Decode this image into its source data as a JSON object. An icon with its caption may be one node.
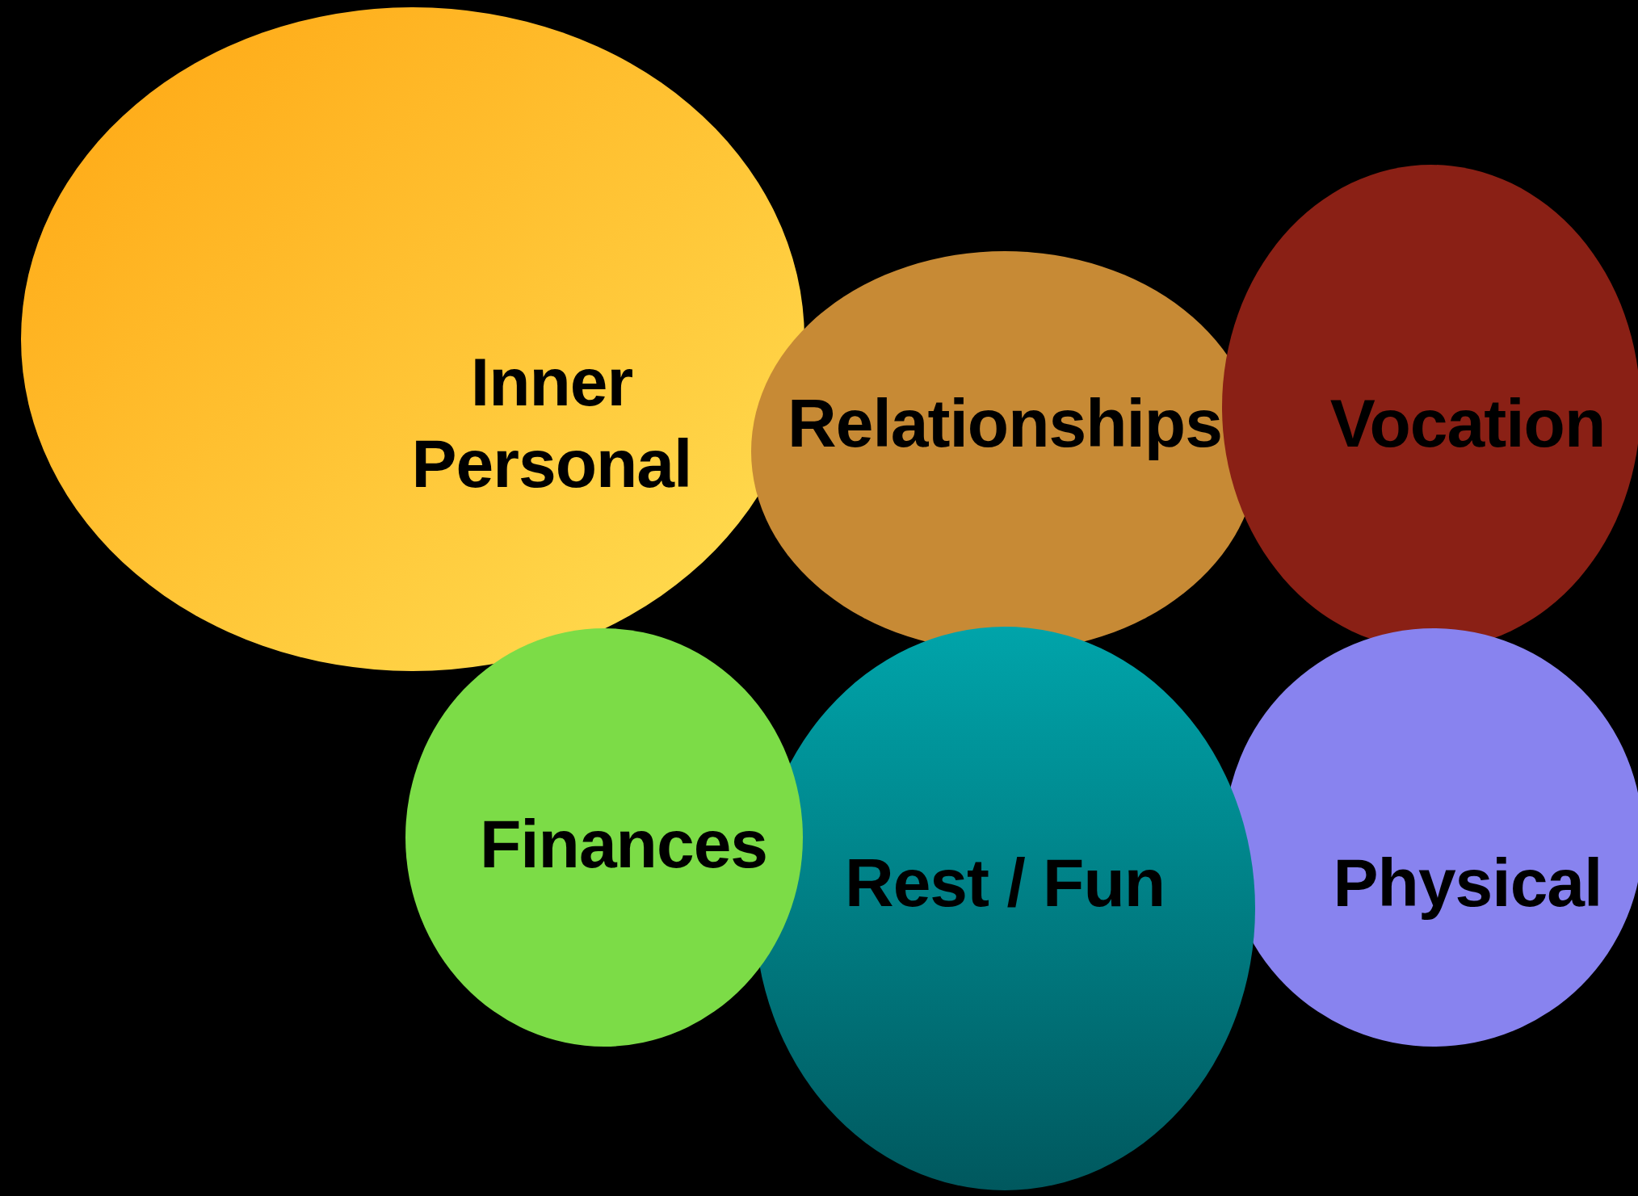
{
  "diagram": {
    "nodes": [
      {
        "text": [
          "Inner Personal"
        ]
      },
      {
        "text": [
          "Relationships"
        ]
      },
      {
        "text": [
          "Vocation"
        ]
      },
      {
        "text": [
          "Finances"
        ]
      },
      {
        "text": [
          "Rest / Fun"
        ]
      },
      {
        "text": [
          "Physical"
        ]
      }
    ]
  }
}
